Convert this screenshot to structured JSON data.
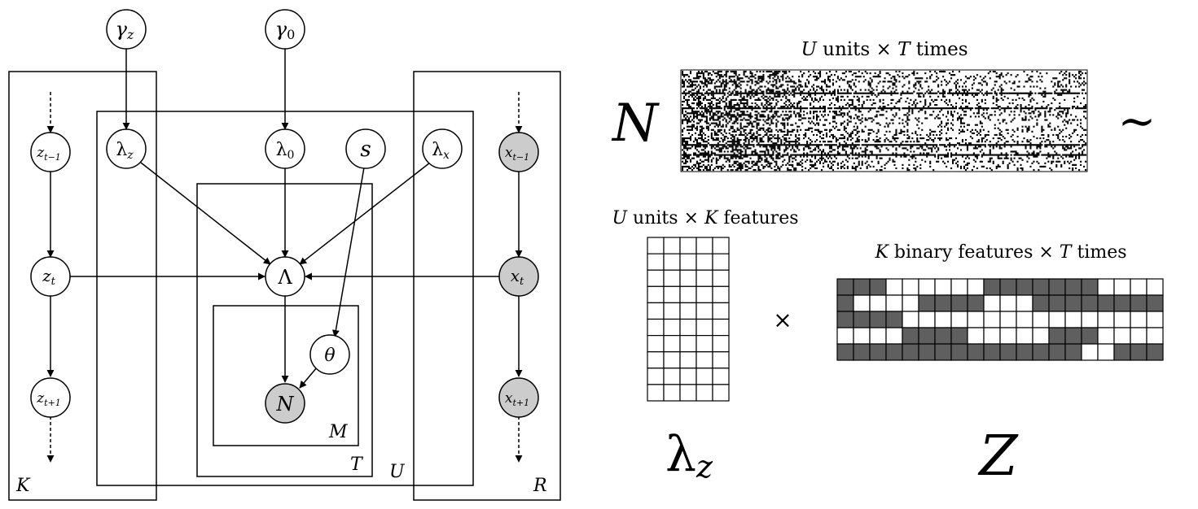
{
  "graphical_model": {
    "nodes": {
      "gamma_z": {
        "base": "γ",
        "sub": "z",
        "observed": false
      },
      "gamma_0": {
        "base": "γ",
        "sub": "0",
        "observed": false
      },
      "z_prev": {
        "base": "z",
        "sub": "t−1",
        "observed": false
      },
      "lambda_z": {
        "base": "λ",
        "sub": "z",
        "observed": false
      },
      "lambda_0": {
        "base": "λ",
        "sub": "0",
        "observed": false
      },
      "s": {
        "base": "s",
        "sub": "",
        "observed": false
      },
      "lambda_x": {
        "base": "λ",
        "sub": "x",
        "observed": false
      },
      "x_prev": {
        "base": "x",
        "sub": "t−1",
        "observed": true
      },
      "z_t": {
        "base": "z",
        "sub": "t",
        "observed": false
      },
      "Lambda": {
        "base": "Λ",
        "sub": "",
        "observed": false
      },
      "x_t": {
        "base": "x",
        "sub": "t",
        "observed": true
      },
      "theta": {
        "base": "θ",
        "sub": "",
        "observed": false
      },
      "N": {
        "base": "N",
        "sub": "",
        "observed": true
      },
      "z_next": {
        "base": "z",
        "sub": "t+1",
        "observed": false
      },
      "x_next": {
        "base": "x",
        "sub": "t+1",
        "observed": true
      }
    },
    "plates": {
      "K": "K",
      "U": "U",
      "T": "T",
      "M": "M",
      "R": "R"
    },
    "colors": {
      "observed_fill": "#cccccc",
      "line": "#000000"
    }
  },
  "decomposition": {
    "N_symbol": "N",
    "tilde": "∼",
    "times": "×",
    "lambda_symbol": {
      "base": "λ",
      "sub": "z"
    },
    "Z_symbol": "Z",
    "spike_title": {
      "a": "U",
      "b": " units × ",
      "c": "T",
      "d": " times"
    },
    "weights_title": {
      "a": "U",
      "b": " units × ",
      "c": "K",
      "d": " features"
    },
    "binary_title": {
      "a": "K",
      "b": " binary features × ",
      "c": "T",
      "d": " times"
    },
    "weights_grid": {
      "rows": 10,
      "cols": 5
    },
    "binary_grid": {
      "rows": [
        [
          1,
          1,
          1,
          0,
          0,
          0,
          0,
          0,
          0,
          1,
          1,
          1,
          1,
          1,
          1,
          1,
          0,
          0,
          0,
          0
        ],
        [
          1,
          0,
          0,
          0,
          0,
          1,
          1,
          1,
          1,
          0,
          0,
          0,
          1,
          1,
          1,
          1,
          1,
          1,
          1,
          1
        ],
        [
          1,
          1,
          1,
          1,
          0,
          0,
          0,
          0,
          0,
          0,
          0,
          0,
          0,
          0,
          0,
          0,
          0,
          0,
          0,
          0
        ],
        [
          0,
          0,
          0,
          0,
          1,
          1,
          1,
          1,
          0,
          0,
          0,
          0,
          0,
          1,
          1,
          1,
          0,
          0,
          0,
          0
        ],
        [
          1,
          1,
          1,
          1,
          1,
          1,
          1,
          1,
          1,
          1,
          1,
          1,
          1,
          1,
          1,
          0,
          0,
          1,
          1,
          1
        ]
      ],
      "on_color": "#5f5f5f",
      "off_color": "#ffffff"
    },
    "raster_color": "#000000"
  }
}
